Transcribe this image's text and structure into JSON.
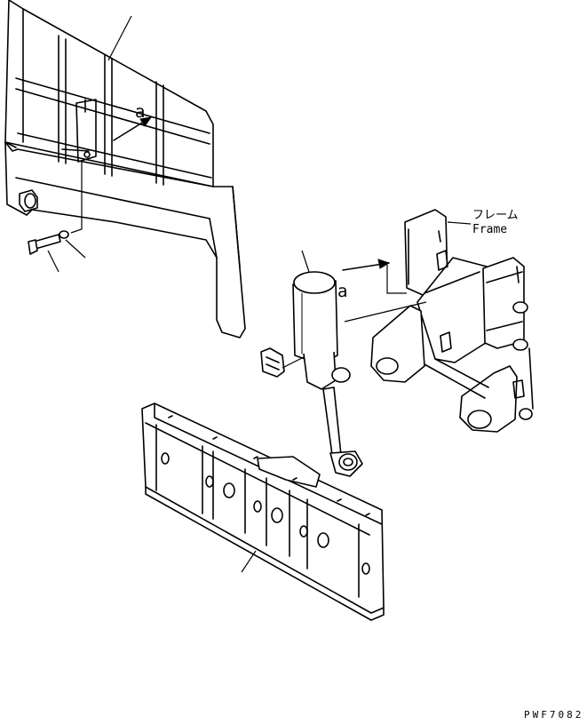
{
  "labels": {
    "arrow_a_top": "a",
    "arrow_a_mid": "a",
    "frame_jp": "フレーム",
    "frame_en": "Frame",
    "drawing_code": "PWF7082"
  }
}
